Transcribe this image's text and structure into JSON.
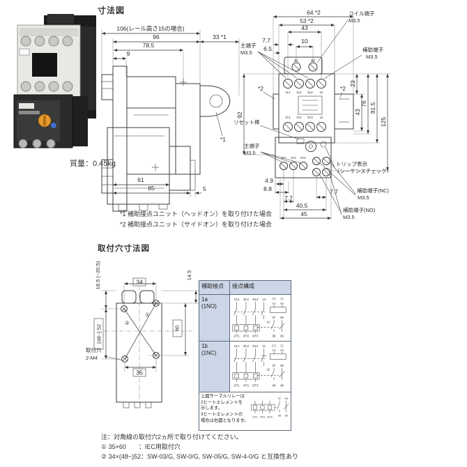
{
  "titles": {
    "dimension_section": "寸法図",
    "mounting_section": "取付穴寸法図"
  },
  "product": {
    "weight": "質量：0.45kg"
  },
  "side_view": {
    "d106": "106(レール高さ15の場合)",
    "d96": "96",
    "d78_5": "78.5",
    "d9": "9",
    "d33": "33 *1",
    "d61": "61",
    "d85": "85",
    "d5": "5",
    "ref1": "*1"
  },
  "front_view": {
    "d64": "64 *2",
    "d53": "53 *2",
    "d43_top": "43",
    "d7_7_top": "7.7",
    "d6_5": "6.5",
    "d10": "10",
    "d23": "23",
    "d43_right": "43",
    "d76": "76",
    "d91_5": "91.5",
    "d125": "125",
    "d92": "92",
    "d4_9": "4.9",
    "d8_8": "8.8",
    "d7_7_bottom": "7.7",
    "d7_7_right": "7.7",
    "d40_5": "40.5",
    "d45": "45",
    "ref2_left": "*2",
    "ref2_right": "*2",
    "labels": {
      "main_terminal": "主端子",
      "main_terminal_size": "M3.5",
      "coil_terminal": "コイル端子",
      "coil_terminal_size": "M3.5",
      "aux_terminal": "補助端子",
      "aux_terminal_size": "M3.5",
      "reset_rod": "リセット棒",
      "main_terminal2": "主端子",
      "main_terminal2_size": "M3.5",
      "trip1": "トリップ表示",
      "trip2": "（シーケンスチェック）",
      "aux_nc": "補助端子(NC)",
      "aux_nc_size": "M3.5",
      "aux_no": "補助端子(NO)",
      "aux_no_size": "M3.5"
    },
    "terminals": {
      "a1": "A1",
      "a2": "A2",
      "t1": "1L1",
      "t2": "3L2",
      "t3": "5L3",
      "t4": "13",
      "u1": "2T1",
      "u2": "4T2",
      "u3": "6T3",
      "u4": "14",
      "r1": "2T1",
      "r2": "4T2",
      "r3": "6T3"
    }
  },
  "footnotes": {
    "f1": "*1 補助接点ユニット（ヘッドオン）を取り付けた場合",
    "f2": "*2 補助接点ユニット（サイドオン）を取り付けた場合"
  },
  "mounting": {
    "d18_5": "18.5 (~20.5)",
    "d14_5": "14.5",
    "d34": "34",
    "d35": "35",
    "d48_52": "(48~) 52",
    "d60": "60",
    "hole1": "取付穴",
    "hole2": "2-M4",
    "c1": "①",
    "c2": "②"
  },
  "table": {
    "header": {
      "col1": "補助接点",
      "col2": "接点構成"
    },
    "rows": [
      {
        "id": "1a",
        "type": "(1NO)"
      },
      {
        "id": "1b",
        "type": "(1NC)"
      }
    ],
    "diagram_1a": {
      "l1": "1/L1",
      "l2": "3/L2",
      "l3": "5/L3",
      "l4": "13",
      "m": "14",
      "plus": "(+)",
      "minus": "(-)",
      "a1": "A1",
      "a2": "A2",
      "c97": "97",
      "c95": "95",
      "c98": "98",
      "c96": "96",
      "b1": "2/T1",
      "b2": "4/T2",
      "b3": "6/T3"
    },
    "diagram_1b": {
      "l1": "1/L1",
      "l2": "3/L2",
      "l3": "5/L3",
      "l4": "21",
      "m": "22",
      "plus": "(+)",
      "minus": "(-)",
      "a1": "A1",
      "a2": "A2",
      "c97": "97",
      "c95": "95",
      "c98": "98",
      "c96": "96",
      "b1": "2/T1",
      "b2": "4/T2",
      "b3": "6/T3"
    },
    "note_lines": [
      "上図サーマルリレーは",
      "2ヒートエレメントを",
      "示します。",
      "3ヒートエレメントの",
      "場合は右図となります。"
    ],
    "note_diagram": {
      "c97": "97",
      "c95": "95",
      "c98": "98",
      "c96": "96",
      "b1": "2/T1",
      "b2": "4/T2",
      "b3": "6/T3"
    }
  },
  "notes": {
    "line1": "注：対角線の取付穴2ヵ所で取り付けてください。",
    "line2": "① 35×60　　：IEC用取付穴",
    "line3": "② 34×(48~)52：SW-03/G, SW-0/G, SW-05/G, SW-4-0/G と互換性あり"
  }
}
